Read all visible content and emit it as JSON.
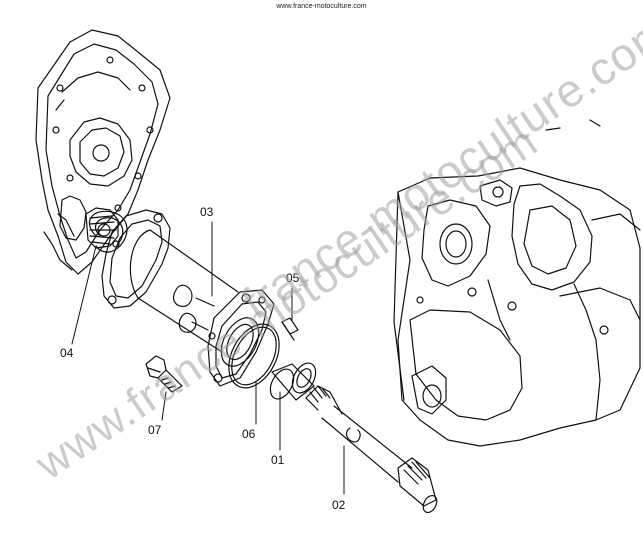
{
  "source_line": "www.france-motoculture.com",
  "watermarks": [
    "www.france-motoculture.com",
    "france-motoculture.com"
  ],
  "labels": {
    "p01": "01",
    "p02": "02",
    "p03": "03",
    "p04": "04",
    "p05": "05",
    "p06": "06",
    "p07": "07"
  }
}
